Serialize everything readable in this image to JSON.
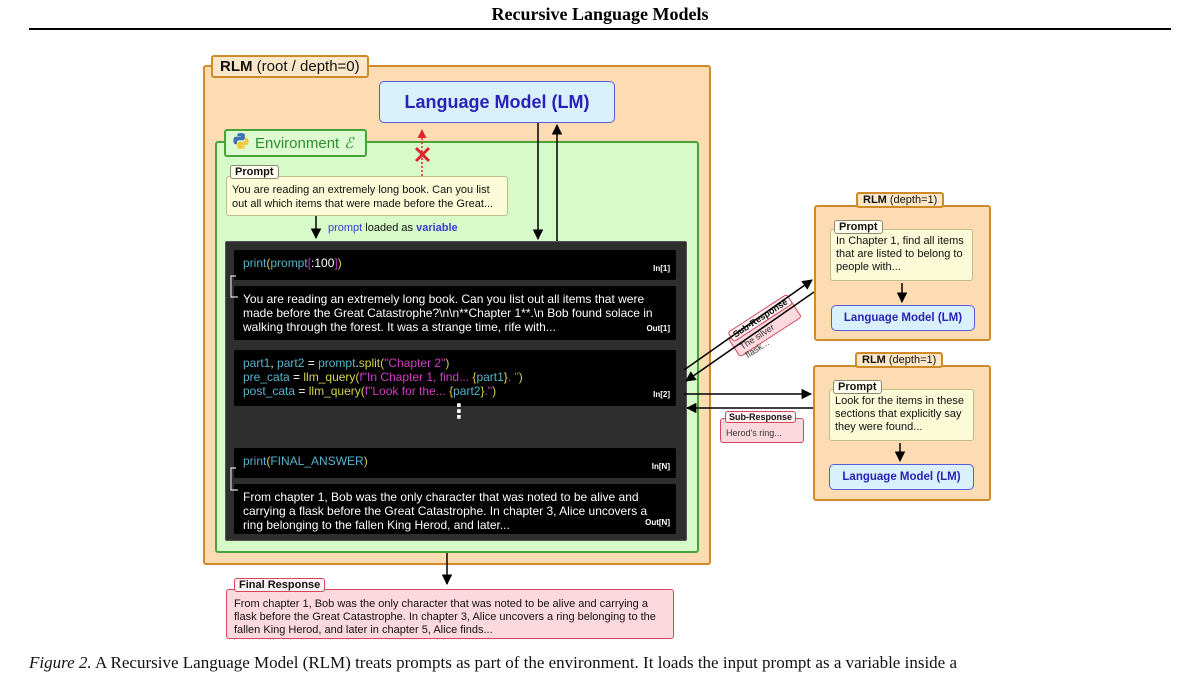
{
  "header": {
    "title": "Recursive Language Models"
  },
  "root_rlm": {
    "tag_bold": "RLM",
    "tag_rest": " (root / depth=0)",
    "lm_label": "Language Model (LM)",
    "environment": {
      "label": "Environment ",
      "symbol": "ℰ",
      "icon": "python-logo-icon"
    },
    "prompt": {
      "tag": "Prompt",
      "text": "You are reading an extremely long book. Can you list out all which items that were made before the Great..."
    },
    "loaded_label": {
      "kw": "prompt",
      "mid": " loaded as ",
      "var": "variable"
    },
    "notebook": {
      "cells": [
        {
          "kind": "in",
          "label": "In[1]",
          "tokens": [
            {
              "t": "print",
              "c": "fn"
            },
            {
              "t": "(",
              "c": "br"
            },
            {
              "t": "prompt",
              "c": "var"
            },
            {
              "t": "[",
              "c": "pk"
            },
            {
              "t": ":100",
              "c": "op"
            },
            {
              "t": "]",
              "c": "pk"
            },
            {
              "t": ")",
              "c": "br"
            }
          ]
        },
        {
          "kind": "out",
          "label": "Out[1]",
          "text": "You are reading an extremely long book. Can you list out all items that were made before the Great Catastrophe?\\n\\n**Chapter 1**.\\n Bob found solace in walking through the forest. It was a strange time, rife with..."
        },
        {
          "kind": "in",
          "label": "In[2]",
          "lines": [
            [
              {
                "t": "part1",
                "c": "var"
              },
              {
                "t": ", ",
                "c": "op"
              },
              {
                "t": "part2",
                "c": "var"
              },
              {
                "t": " = ",
                "c": "op"
              },
              {
                "t": "prompt",
                "c": "var"
              },
              {
                "t": ".",
                "c": "op"
              },
              {
                "t": "split",
                "c": "br"
              },
              {
                "t": "(",
                "c": "br"
              },
              {
                "t": "\"Chapter 2\"",
                "c": "str"
              },
              {
                "t": ")",
                "c": "br"
              }
            ],
            [
              {
                "t": "pre_cata",
                "c": "var"
              },
              {
                "t": " = ",
                "c": "op"
              },
              {
                "t": "llm_query",
                "c": "br"
              },
              {
                "t": "(",
                "c": "br"
              },
              {
                "t": "f\"In Chapter 1, find... ",
                "c": "str"
              },
              {
                "t": "{",
                "c": "br"
              },
              {
                "t": "part1",
                "c": "var"
              },
              {
                "t": "}",
                "c": "br"
              },
              {
                "t": ". \"",
                "c": "str"
              },
              {
                "t": ")",
                "c": "br"
              }
            ],
            [
              {
                "t": "post_cata",
                "c": "var"
              },
              {
                "t": " = ",
                "c": "op"
              },
              {
                "t": "llm_query",
                "c": "br"
              },
              {
                "t": "(",
                "c": "br"
              },
              {
                "t": "f\"Look for the... ",
                "c": "str"
              },
              {
                "t": "{",
                "c": "br"
              },
              {
                "t": "part2",
                "c": "var"
              },
              {
                "t": "}",
                "c": "br"
              },
              {
                "t": ".\"",
                "c": "str"
              },
              {
                "t": ")",
                "c": "br"
              }
            ]
          ]
        },
        {
          "kind": "in",
          "label": "In[N]",
          "tokens": [
            {
              "t": "print",
              "c": "fn"
            },
            {
              "t": "(",
              "c": "br"
            },
            {
              "t": "FINAL_ANSWER",
              "c": "var"
            },
            {
              "t": ")",
              "c": "br"
            }
          ]
        },
        {
          "kind": "out",
          "label": "Out[N]",
          "text": "From chapter 1, Bob was the only character that was noted to be alive and carrying a flask before the Great Catastrophe. In chapter 3, Alice uncovers a ring belonging to the fallen King Herod, and later..."
        }
      ],
      "ellipsis": "⋮"
    }
  },
  "final_response": {
    "tag": "Final Response",
    "text": "From chapter 1, Bob was the only character that was noted to be alive and carrying a flask before the Great Catastrophe. In chapter 3, Alice uncovers a ring belonging to the fallen King Herod, and later in chapter 5, Alice finds..."
  },
  "sub_rlms": [
    {
      "tag_bold": "RLM",
      "tag_rest": " (depth=1)",
      "prompt_tag": "Prompt",
      "prompt_text": "In Chapter 1, find all items that are listed to belong to people with...",
      "lm_label": "Language Model (LM)",
      "sub_response": {
        "tag": "Sub-Response",
        "text": "The silver flask..."
      }
    },
    {
      "tag_bold": "RLM",
      "tag_rest": " (depth=1)",
      "prompt_tag": "Prompt",
      "prompt_text": "Look for the items in these sections that explicitly say they were found...",
      "lm_label": "Language Model (LM)",
      "sub_response": {
        "tag": "Sub-Response",
        "text": "Herod's ring..."
      }
    }
  ],
  "caption": {
    "figure_label": "Figure 2.",
    "text": " A Recursive Language Model (RLM) treats prompts as part of the environment. It loads the input prompt as a variable inside a"
  },
  "colors": {
    "rlm_fill": "#fddcb3",
    "rlm_border": "#cf8a2a",
    "env_fill": "#d6fac8",
    "env_border": "#48a43a",
    "lm_fill": "#d9f1fd",
    "lm_text": "#2a22b8",
    "response_fill": "#fcd9df",
    "response_border": "#d0485a",
    "blocked_arrow": "#e0242c"
  }
}
